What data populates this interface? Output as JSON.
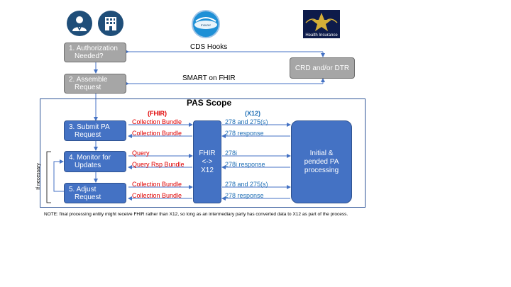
{
  "icons": [
    {
      "name": "doctor-icon"
    },
    {
      "name": "hospital-icon"
    },
    {
      "name": "health-insurer-logo"
    },
    {
      "name": "health-insurance-logo"
    }
  ],
  "logos": {
    "insurer_text": "Insurer",
    "health_insurance_text": "Health Insurance"
  },
  "top_steps": {
    "step1_line1": "1. Authorization",
    "step1_line2": "Needed?",
    "step2_line1": "2. Assemble",
    "step2_line2": "Request"
  },
  "crd_box": "CRD and/or DTR",
  "top_labels": {
    "cds_hooks": "CDS Hooks",
    "smart_on_fhir": "SMART on FHIR"
  },
  "pas": {
    "title": "PAS Scope",
    "fhir_header": "(FHIR)",
    "x12_header": "(X12)",
    "steps": [
      {
        "line1": "3. Submit PA",
        "line2": "Request"
      },
      {
        "line1": "4. Monitor for",
        "line2": "Updates"
      },
      {
        "line1": "5. Adjust",
        "line2": "Request"
      }
    ],
    "converter": {
      "line1": "FHIR",
      "line2": "<->",
      "line3": "X12"
    },
    "processing": {
      "line1": "Initial &",
      "line2": "pended PA",
      "line3": "processing"
    },
    "fhir_labels": [
      "Collection Bundle",
      "Collection Bundle",
      "Query",
      "Query Rsp Bundle",
      "Collection Bundle",
      "Collection Bundle"
    ],
    "x12_labels": [
      "278 and 275(s)",
      "278 response",
      "278i",
      "278i response",
      "278 and 275(s)",
      "278 response"
    ],
    "if_necessary": "If necessary"
  },
  "note": "NOTE: final processing entity might receive FHIR rather than X12, so long as an intermediary party has converted data to X12 as part of the process.",
  "colors": {
    "blue_box": "#4472c4",
    "gray_box": "#a6a6a6",
    "fhir_red": "#e00000",
    "x12_blue": "#1f6fb5"
  }
}
